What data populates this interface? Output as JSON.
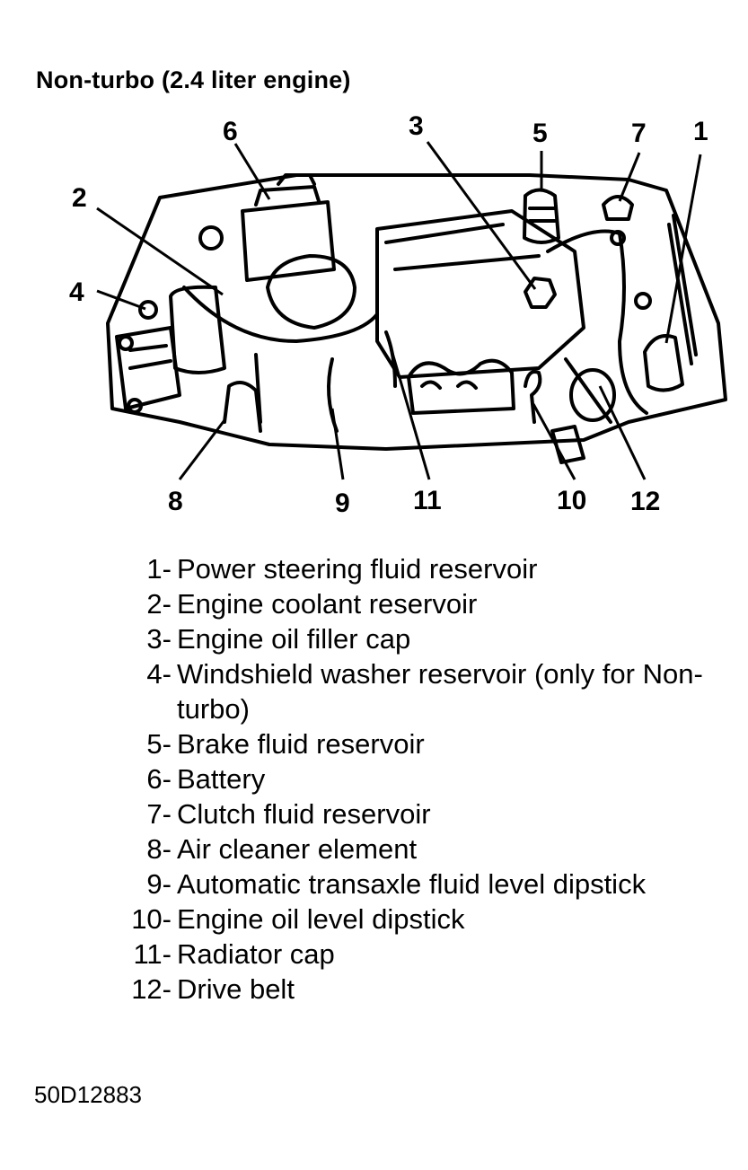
{
  "title": "Non-turbo (2.4 liter engine)",
  "callouts": [
    "1",
    "2",
    "3",
    "4",
    "5",
    "6",
    "7",
    "8",
    "9",
    "10",
    "11",
    "12"
  ],
  "legend": [
    {
      "num": "1-",
      "text": "Power steering fluid reservoir"
    },
    {
      "num": "2-",
      "text": "Engine coolant reservoir"
    },
    {
      "num": "3-",
      "text": "Engine oil filler cap"
    },
    {
      "num": "4-",
      "text": "Windshield washer reservoir (only for Non-turbo)"
    },
    {
      "num": "5-",
      "text": "Brake fluid reservoir"
    },
    {
      "num": "6-",
      "text": "Battery"
    },
    {
      "num": "7-",
      "text": "Clutch fluid reservoir"
    },
    {
      "num": "8-",
      "text": "Air cleaner element"
    },
    {
      "num": "9-",
      "text": "Automatic transaxle fluid level dipstick"
    },
    {
      "num": "10-",
      "text": "Engine oil level dipstick"
    },
    {
      "num": "11-",
      "text": "Radiator cap"
    },
    {
      "num": "12-",
      "text": "Drive belt"
    }
  ],
  "figure_id": "50D12883"
}
